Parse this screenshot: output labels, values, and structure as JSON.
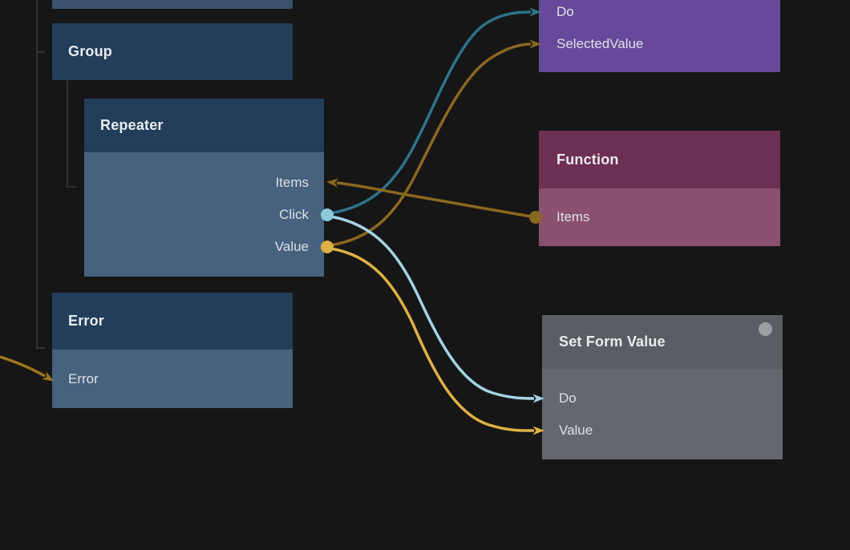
{
  "colors": {
    "background": "#161616",
    "hierarchy_line": "#3a3a3a",
    "node_blue_header": "#223e5a",
    "node_blue_body": "#47627f",
    "node_purple": "#67499b",
    "node_magenta_header": "#6e2f54",
    "node_magenta_body": "#8a506f",
    "node_gray_header": "#5a5d63",
    "node_gray_body": "#64676e",
    "wire_teal": "#2d7389",
    "wire_light_blue": "#a3d3e3",
    "wire_gold": "#dfb045",
    "wire_dark_gold": "#8a681f",
    "wire_amber": "#a0741e",
    "dot_click_port": "#8cc7da",
    "dot_value_port": "#dfb045",
    "status_dot": "#9b9ea3"
  },
  "nodes": {
    "group": {
      "title": "Group"
    },
    "repeater": {
      "title": "Repeater",
      "ports": [
        {
          "label": "Items",
          "direction": "input"
        },
        {
          "label": "Click",
          "direction": "output"
        },
        {
          "label": "Value",
          "direction": "output"
        }
      ]
    },
    "error": {
      "title": "Error",
      "ports": [
        {
          "label": "Error",
          "direction": "input"
        }
      ]
    },
    "purple_component": {
      "ports": [
        {
          "label": "Do",
          "direction": "input"
        },
        {
          "label": "SelectedValue",
          "direction": "input"
        }
      ]
    },
    "function": {
      "title": "Function",
      "ports": [
        {
          "label": "Items",
          "direction": "output"
        }
      ]
    },
    "set_form_value": {
      "title": "Set Form Value",
      "ports": [
        {
          "label": "Do",
          "direction": "input"
        },
        {
          "label": "Value",
          "direction": "input"
        }
      ]
    }
  },
  "connections": [
    {
      "from": "Repeater.Click",
      "to": "purple_component.Do",
      "color": "wire_teal"
    },
    {
      "from": "Repeater.Value",
      "to": "purple_component.SelectedValue",
      "color": "wire_dark_gold"
    },
    {
      "from": "Function.Items",
      "to": "Repeater.Items",
      "color": "wire_dark_gold"
    },
    {
      "from": "Repeater.Click",
      "to": "Set Form Value.Do",
      "color": "wire_light_blue"
    },
    {
      "from": "Repeater.Value",
      "to": "Set Form Value.Value",
      "color": "wire_gold"
    },
    {
      "from": "offscreen-left",
      "to": "Error.Error",
      "color": "wire_amber"
    }
  ]
}
